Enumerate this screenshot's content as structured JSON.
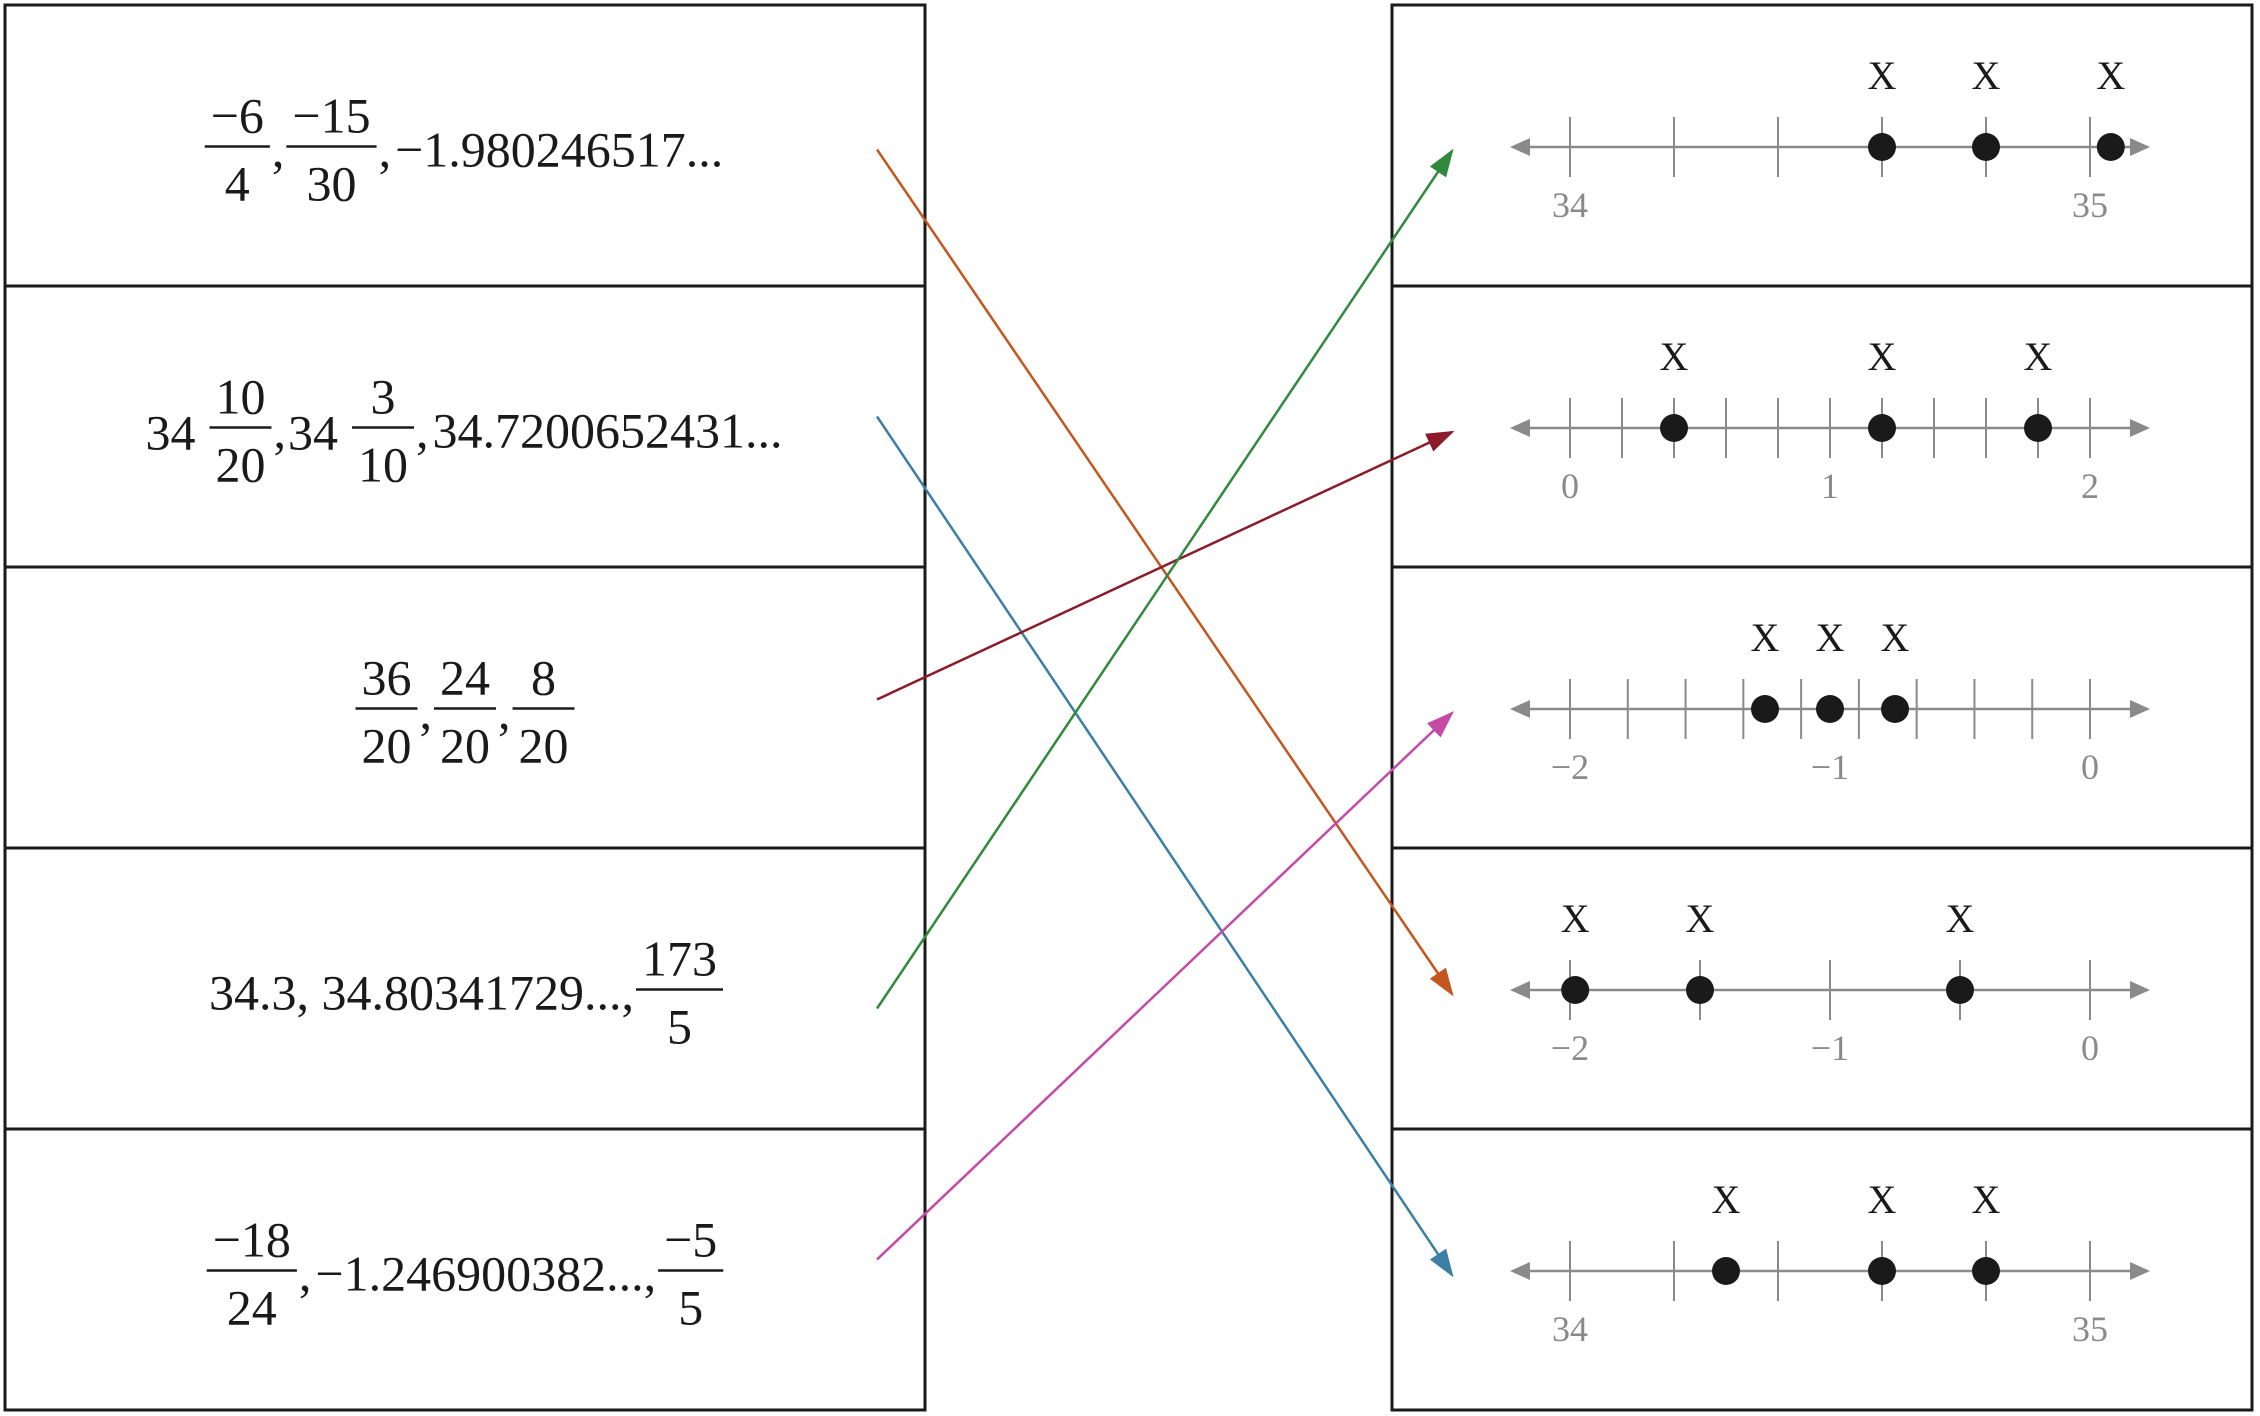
{
  "left_cards": [
    {
      "id": "L1",
      "parts": [
        {
          "t": "frac",
          "n": "−6",
          "d": "4"
        },
        {
          "t": "sep",
          "v": ", "
        },
        {
          "t": "frac",
          "n": "−15",
          "d": "30"
        },
        {
          "t": "sep",
          "v": ", "
        },
        {
          "t": "text",
          "v": "−1.980246517..."
        }
      ]
    },
    {
      "id": "L2",
      "parts": [
        {
          "t": "mixed",
          "w": "34",
          "n": "10",
          "d": "20"
        },
        {
          "t": "sep",
          "v": ", "
        },
        {
          "t": "mixed",
          "w": "34",
          "n": "3",
          "d": "10"
        },
        {
          "t": "sep",
          "v": ", "
        },
        {
          "t": "text",
          "v": "34.7200652431..."
        }
      ]
    },
    {
      "id": "L3",
      "parts": [
        {
          "t": "frac",
          "n": "36",
          "d": "20"
        },
        {
          "t": "sep",
          "v": ", "
        },
        {
          "t": "frac",
          "n": "24",
          "d": "20"
        },
        {
          "t": "sep",
          "v": ", "
        },
        {
          "t": "frac",
          "n": "8",
          "d": "20"
        }
      ]
    },
    {
      "id": "L4",
      "parts": [
        {
          "t": "text",
          "v": "34.3, 34.80341729..., "
        },
        {
          "t": "frac",
          "n": "173",
          "d": "5"
        }
      ]
    },
    {
      "id": "L5",
      "parts": [
        {
          "t": "frac",
          "n": "−18",
          "d": "24"
        },
        {
          "t": "sep",
          "v": ", "
        },
        {
          "t": "text",
          "v": "−1.246900382..., "
        },
        {
          "t": "frac",
          "n": "−5",
          "d": "5"
        }
      ]
    }
  ],
  "right_cards": [
    {
      "id": "R1",
      "min": 34,
      "max": 35,
      "divisions": 5,
      "labels": [
        {
          "value": 34,
          "text": "34"
        },
        {
          "value": 35,
          "text": "35"
        }
      ],
      "points": [
        34.6,
        35.04,
        34.8
      ],
      "mark": "X"
    },
    {
      "id": "R2",
      "min": 0,
      "max": 2,
      "divisions": 10,
      "labels": [
        {
          "value": 0,
          "text": "0"
        },
        {
          "value": 1,
          "text": "1"
        },
        {
          "value": 2,
          "text": "2"
        }
      ],
      "points": [
        0.4,
        1.2,
        1.8
      ],
      "mark": "X"
    },
    {
      "id": "R3",
      "min": -2,
      "max": 0,
      "divisions": 9,
      "labels": [
        {
          "value": -2,
          "text": "−2"
        },
        {
          "value": -1,
          "text": "−1"
        },
        {
          "value": 0,
          "text": "0"
        }
      ],
      "points": [
        -1.25,
        -1.0,
        -0.75
      ],
      "mark": "X"
    },
    {
      "id": "R4",
      "min": -2,
      "max": 0,
      "divisions": 4,
      "labels": [
        {
          "value": -2,
          "text": "−2"
        },
        {
          "value": -1,
          "text": "−1"
        },
        {
          "value": 0,
          "text": "0"
        }
      ],
      "points": [
        -1.98,
        -1.5,
        -0.5
      ],
      "mark": "X"
    },
    {
      "id": "R5",
      "min": 34,
      "max": 35,
      "divisions": 5,
      "labels": [
        {
          "value": 34,
          "text": "34"
        },
        {
          "value": 35,
          "text": "35"
        }
      ],
      "points": [
        34.3,
        34.6,
        34.8
      ],
      "mark": "X"
    }
  ],
  "connections": [
    {
      "from": "L1",
      "to": "R4",
      "color": "#c4561f"
    },
    {
      "from": "L2",
      "to": "R5",
      "color": "#3b7fa6"
    },
    {
      "from": "L3",
      "to": "R2",
      "color": "#8c1a2a"
    },
    {
      "from": "L4",
      "to": "R1",
      "color": "#2f8a3e"
    },
    {
      "from": "L5",
      "to": "R3",
      "color": "#c44aa6"
    }
  ],
  "colors": {
    "card_border": "#1a1a1a",
    "axis": "#8a8a8a",
    "point": "#1a1a1a",
    "text": "#1a1a1a"
  }
}
